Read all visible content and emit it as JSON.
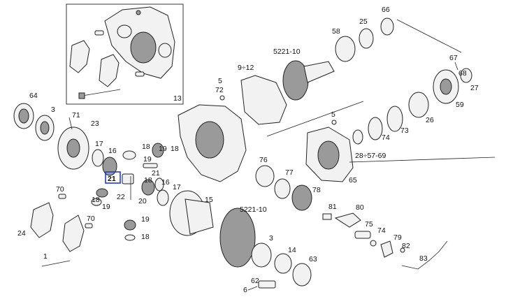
{
  "labels": {
    "l13": "13",
    "l64": "64",
    "l3a": "3",
    "l71": "71",
    "l23": "23",
    "l17a": "17",
    "l16a": "16",
    "l21a": "21",
    "l18a": "18",
    "l19a": "19",
    "l18b": "18",
    "l19b": "19",
    "l21b": "21",
    "l18c": "18",
    "l16b": "16",
    "l22": "22",
    "l20": "20",
    "l17b": "17",
    "l18d": "18",
    "l19c": "19",
    "l18e": "18",
    "l19d": "19",
    "l70a": "70",
    "l24": "24",
    "l70b": "70",
    "l1": "1",
    "l5a": "5",
    "l72": "72",
    "l9_12": "9÷12",
    "l5221a": "5221-10",
    "l58": "58",
    "l25": "25",
    "l66": "66",
    "l67": "67",
    "l68": "68",
    "l27": "27",
    "l59": "59",
    "l26": "26",
    "l73": "73",
    "l74a": "74",
    "l5b": "5",
    "l28_57": "28÷57-69",
    "l65": "65",
    "l76": "76",
    "l77": "77",
    "l78": "78",
    "l15": "15",
    "l5221b": "5221-10",
    "l81": "81",
    "l80": "80",
    "l75": "75",
    "l74b": "74",
    "l79": "79",
    "l82": "82",
    "l83": "83",
    "l3b": "3",
    "l14": "14",
    "l63": "63",
    "l62": "62",
    "l6": "6"
  },
  "highlight": {
    "label_key": "l21a",
    "color": "#1e3fc8"
  }
}
